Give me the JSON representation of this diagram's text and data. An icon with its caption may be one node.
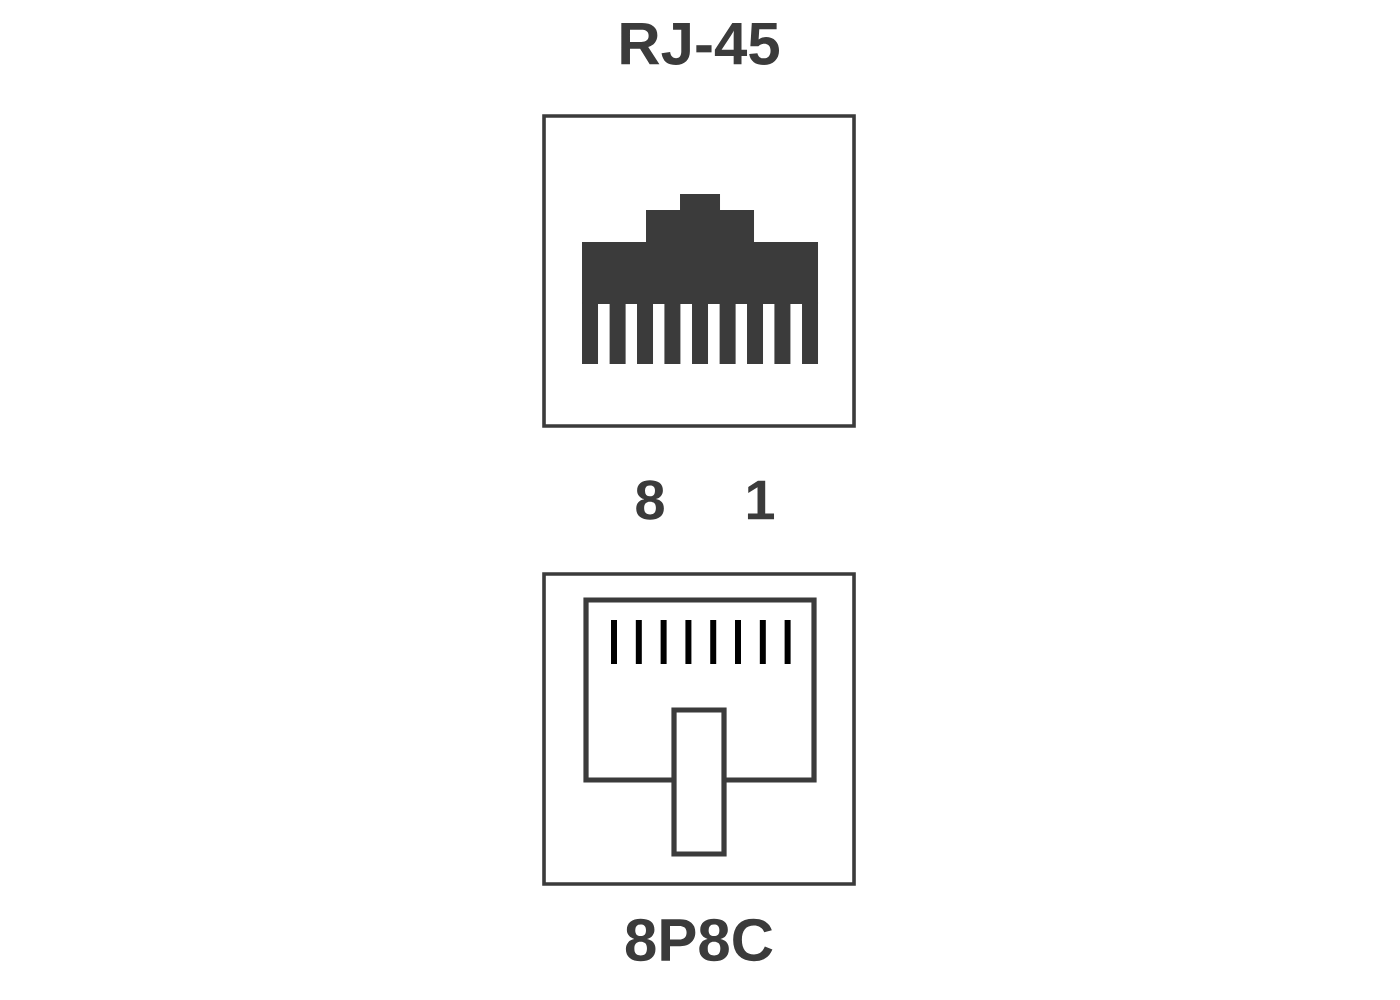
{
  "diagram": {
    "nodes": [
      {
        "text": [
          "RJ-45"
        ]
      },
      {
        "text": [
          "8P8C"
        ]
      }
    ],
    "labels": [
      "8",
      "1"
    ]
  }
}
